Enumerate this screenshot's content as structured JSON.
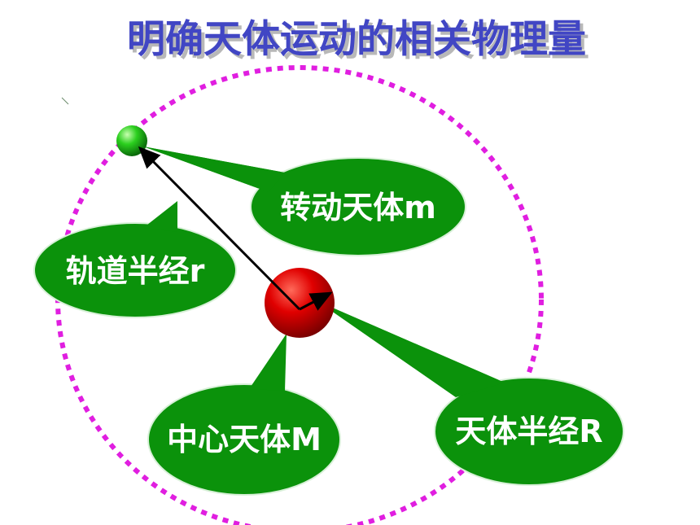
{
  "title": "明确天体运动的相关物理量",
  "labels": {
    "orbiting_body": "转动天体m",
    "orbit_radius": "轨道半经r",
    "central_body": "中心天体M",
    "body_radius": "天体半经R"
  },
  "colors": {
    "title": "#4146c4",
    "title_shadow": "#b8b8b8",
    "orbit": "#e01ee0",
    "bubble_fill": "#0b920b",
    "bubble_stroke": "#d8f0d8",
    "label_text": "#ffffff",
    "central_body": "#cc0000",
    "orbiting_body": "#22aa22",
    "arrow": "#000000"
  }
}
